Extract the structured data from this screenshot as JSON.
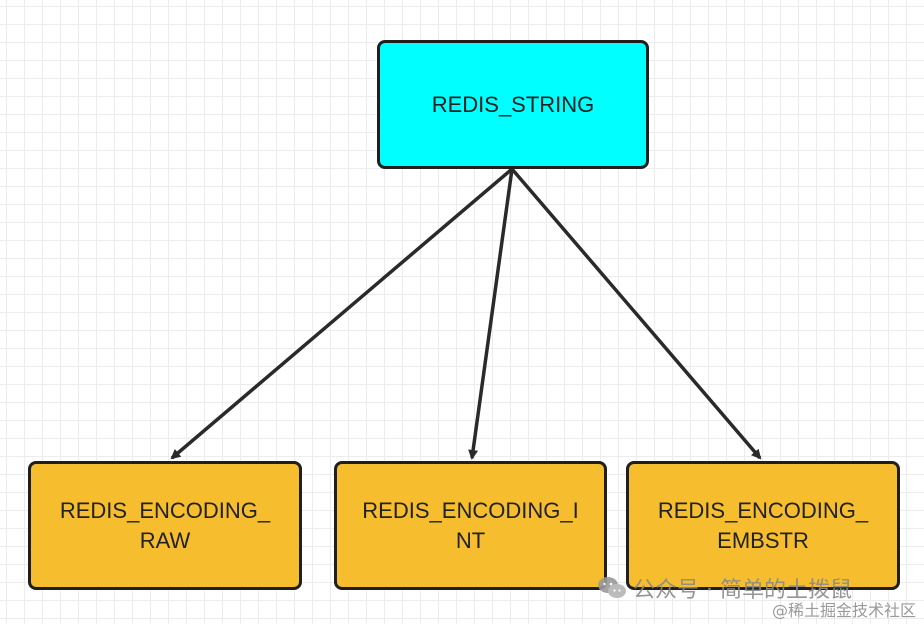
{
  "nodes": {
    "root": {
      "label": "REDIS_STRING",
      "color": "#00ffff"
    },
    "raw": {
      "line1": "REDIS_ENCODING_",
      "line2": "RAW",
      "color": "#f6bd2f"
    },
    "int": {
      "line1": "REDIS_ENCODING_I",
      "line2": "NT",
      "color": "#f6bd2f"
    },
    "embstr": {
      "line1": "REDIS_ENCODING_",
      "line2": "EMBSTR",
      "color": "#f6bd2f"
    }
  },
  "edges": [
    {
      "from": "REDIS_STRING",
      "to": "REDIS_ENCODING_RAW"
    },
    {
      "from": "REDIS_STRING",
      "to": "REDIS_ENCODING_INT"
    },
    {
      "from": "REDIS_STRING",
      "to": "REDIS_ENCODING_EMBSTR"
    }
  ],
  "watermark": {
    "channel": "公众号 · 简单的土拨鼠",
    "site": "@稀土掘金技术社区",
    "icon": "wechat-icon"
  }
}
